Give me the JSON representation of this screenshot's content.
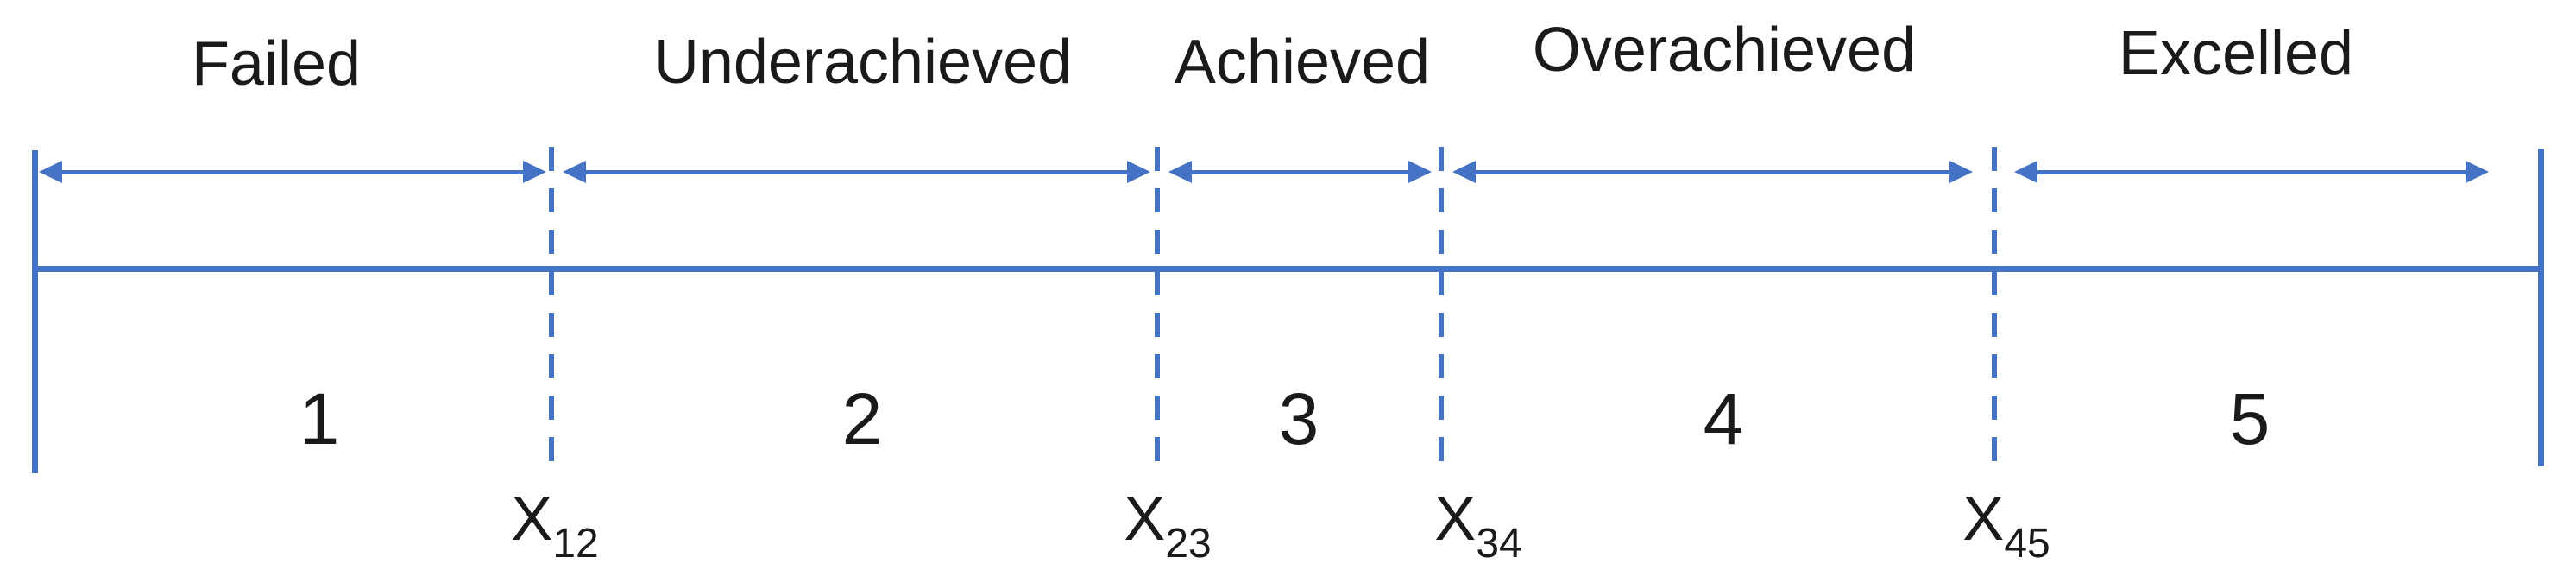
{
  "diagram": {
    "type": "performance-scale",
    "accent_color": "#4472C4",
    "text_color": "#1A1A1A",
    "background_color": "#FFFFFF",
    "segments": [
      {
        "number": "1",
        "label": "Failed"
      },
      {
        "number": "2",
        "label": "Underachieved"
      },
      {
        "number": "3",
        "label": "Achieved"
      },
      {
        "number": "4",
        "label": "Overachieved"
      },
      {
        "number": "5",
        "label": "Excelled"
      }
    ],
    "boundaries": [
      {
        "base": "X",
        "subscript": "12"
      },
      {
        "base": "X",
        "subscript": "23"
      },
      {
        "base": "X",
        "subscript": "34"
      },
      {
        "base": "X",
        "subscript": "45"
      }
    ]
  }
}
